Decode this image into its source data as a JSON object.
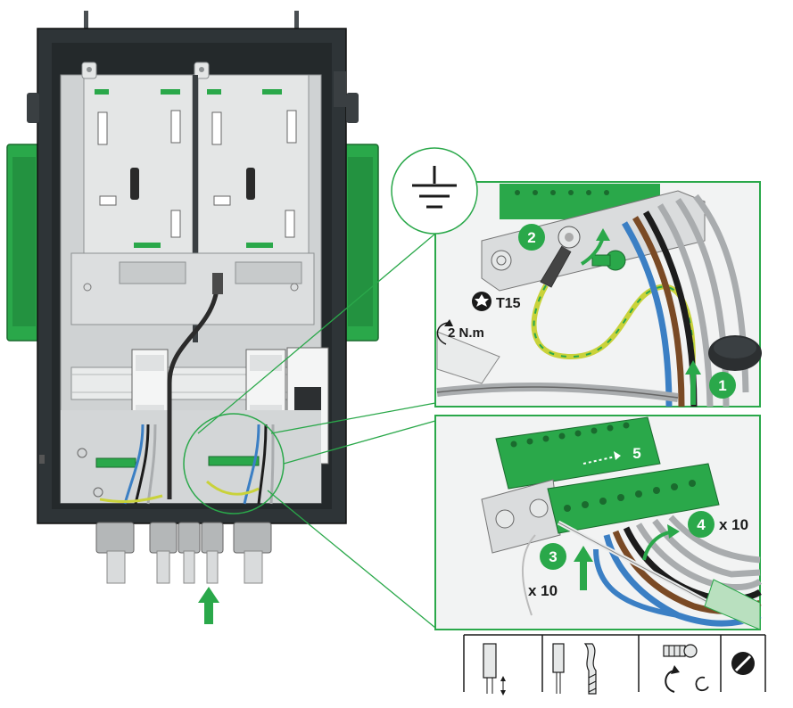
{
  "annotations": {
    "tool": "T15",
    "torque": "2 N.m",
    "count_screws": "x 10",
    "count_wires": "x 10"
  },
  "steps": [
    "1",
    "2",
    "3",
    "4",
    "5"
  ],
  "icons": [
    "ground-symbol-icon",
    "torx-icon",
    "torque-rotation-icon",
    "insert-arrow-icon",
    "screw-icon",
    "flat-screwdriver-icon"
  ],
  "colors": {
    "accent_green": "#2aa84a",
    "enclosure": "#2e3437",
    "plate": "#d6d8d9",
    "wire_blue": "#3b7fc4",
    "wire_brown": "#7a4a25",
    "wire_black": "#1c1c1c",
    "wire_grey": "#a9acae",
    "ground_wire": "#c9d23a"
  }
}
